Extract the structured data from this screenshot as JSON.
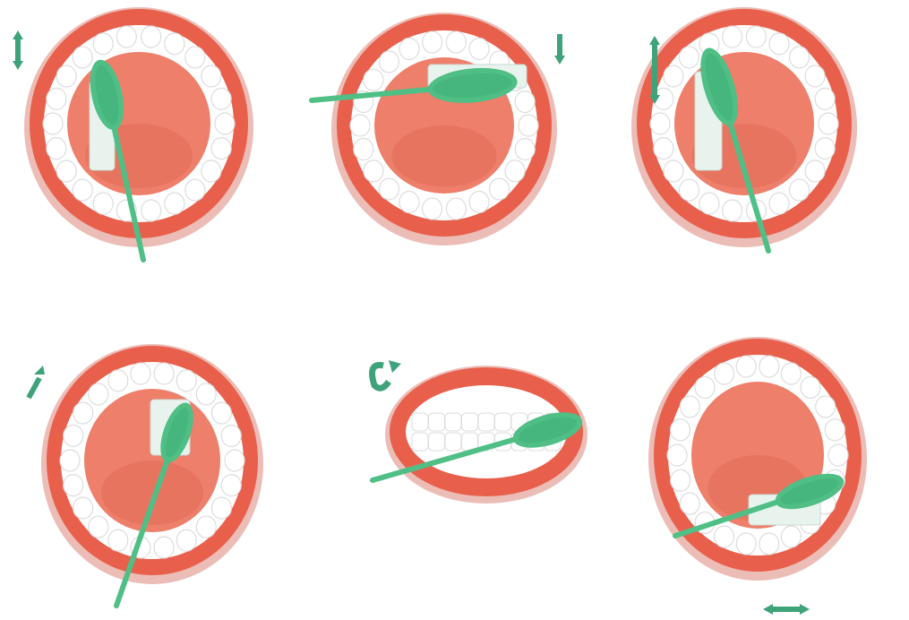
{
  "title": "",
  "colors": {
    "lip": "#e8604c",
    "lip_shadow": "#c9412f",
    "mouth_inner": "#ee7f6a",
    "mouth_dark": "#d9604b",
    "tooth": "#ffffff",
    "tooth_edge": "#dcdcdc",
    "brush": "#4fbf86",
    "brush_dark": "#2f9b66",
    "bristles": "#e9f3ee",
    "arrow": "#3fa37a",
    "background": "#ffffff"
  },
  "panels": [
    {
      "name": "step-1-outer-left-teeth",
      "mouth": "open",
      "brush": "vertical-left",
      "arrow": "vertical-up-down",
      "arrow_side": "left"
    },
    {
      "name": "step-2-outer-upper-teeth",
      "mouth": "open",
      "brush": "horizontal-upper",
      "arrow": "vertical-down",
      "arrow_side": "right"
    },
    {
      "name": "step-3-outer-right-teeth",
      "mouth": "open",
      "brush": "vertical-left-tilted",
      "arrow": "vertical-up-down",
      "arrow_side": "left"
    },
    {
      "name": "step-4-inner-front-teeth",
      "mouth": "open",
      "brush": "vertical-center",
      "arrow": "diagonal",
      "arrow_side": "left"
    },
    {
      "name": "step-5-chewing-surface",
      "mouth": "clenched",
      "brush": "horizontal-center",
      "arrow": "curved",
      "arrow_side": "left"
    },
    {
      "name": "step-6-lower-teeth",
      "mouth": "open",
      "brush": "horizontal-lower",
      "arrow": "horizontal-left-right",
      "arrow_side": "bottom"
    }
  ]
}
